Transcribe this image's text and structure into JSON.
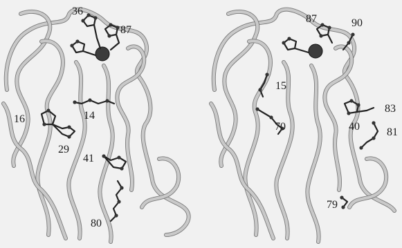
{
  "panels": [
    {
      "labels": [
        "36",
        "87",
        "16",
        "14",
        "29",
        "41",
        "80"
      ]
    },
    {
      "labels": [
        "87",
        "90",
        "15",
        "83",
        "40",
        "81",
        "70",
        "79"
      ]
    }
  ],
  "colors": {
    "background": "#f1f1f1",
    "backbone": "#c9c9c9",
    "backbone_edge": "#7a7a7a",
    "side_chain": "#222222"
  }
}
